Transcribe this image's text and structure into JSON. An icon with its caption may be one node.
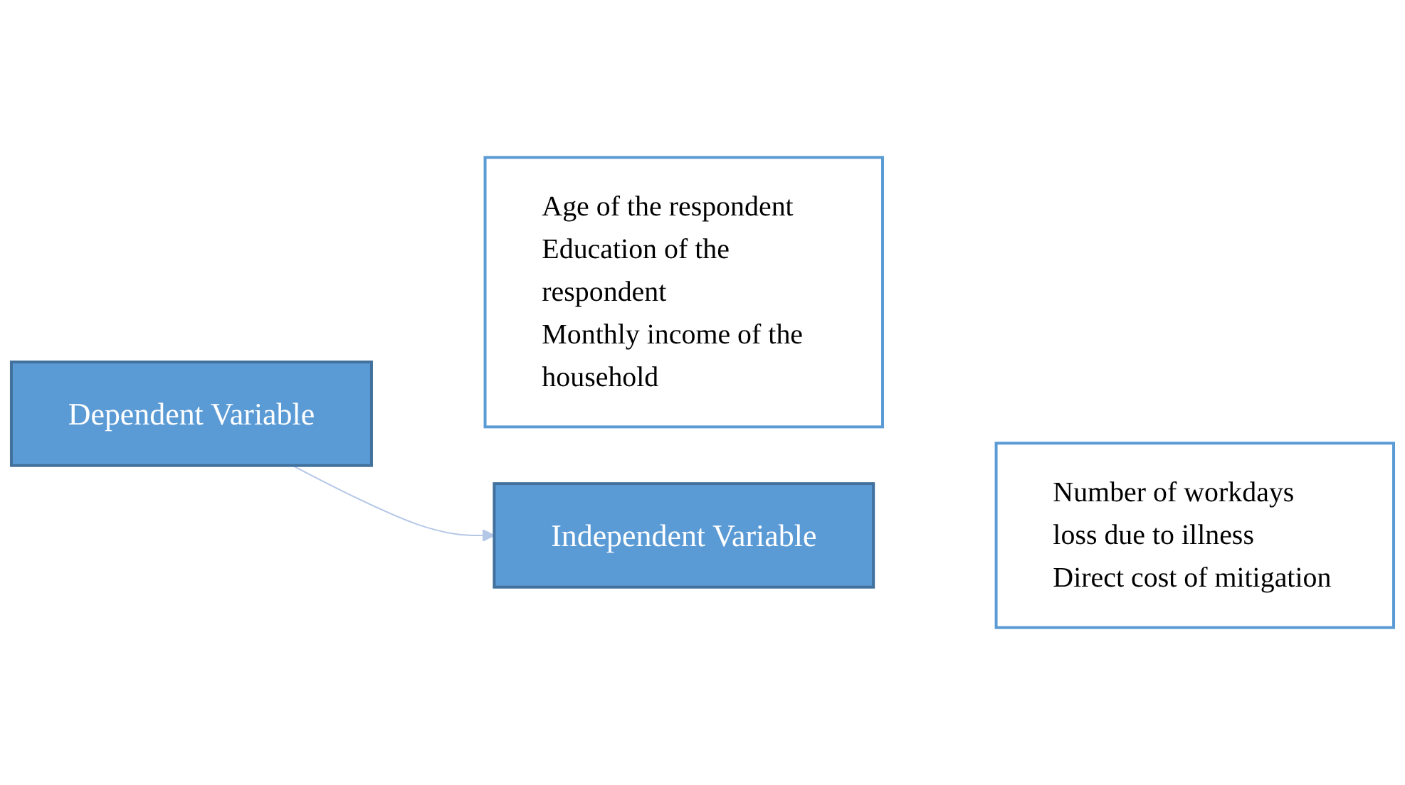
{
  "diagram": {
    "nodes": [
      {
        "text": [
          "Dependent Variable"
        ]
      },
      {
        "text": [
          "Age of the respondent",
          "Education of the respondent",
          "Monthly income of the household"
        ]
      },
      {
        "text": [
          "Independent Variable"
        ]
      },
      {
        "text": [
          "Number of workdays loss due to illness",
          "Direct cost of mitigation"
        ]
      }
    ],
    "edges": [
      {
        "from": 0,
        "to": 2,
        "arrow": "to",
        "color": "#b4c7e7"
      }
    ]
  }
}
